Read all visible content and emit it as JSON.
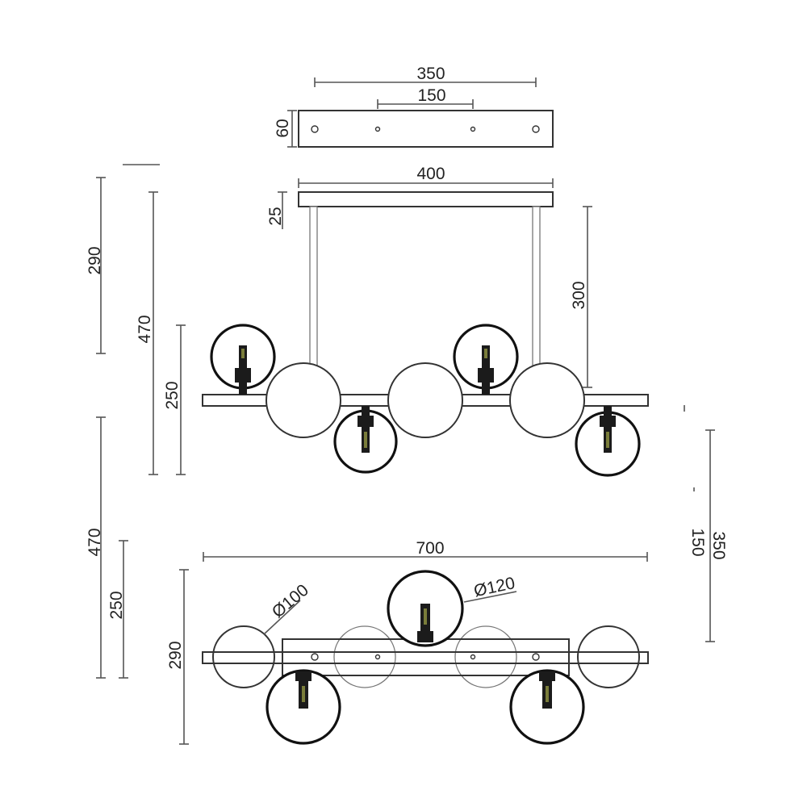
{
  "dimensions": {
    "canopy_length": "350",
    "canopy_hole_spacing": "150",
    "canopy_height": "60",
    "bar_length": "400",
    "bar_height": "25",
    "rod_length": "300",
    "left_upper": "290",
    "total_height": "470",
    "lower_section": "250",
    "bottom_total_height": "470",
    "bottom_lower_section": "250",
    "bottom_290": "290",
    "overall_width": "700",
    "small_globe_diameter": "Ø100",
    "large_globe_diameter": "Ø120",
    "depth_350": "350",
    "depth_150": "150"
  },
  "colors": {
    "line": "#333333",
    "dimension_line": "#555555",
    "socket": "#1b1b1b",
    "socket_highlight": "#7a7d3a"
  }
}
